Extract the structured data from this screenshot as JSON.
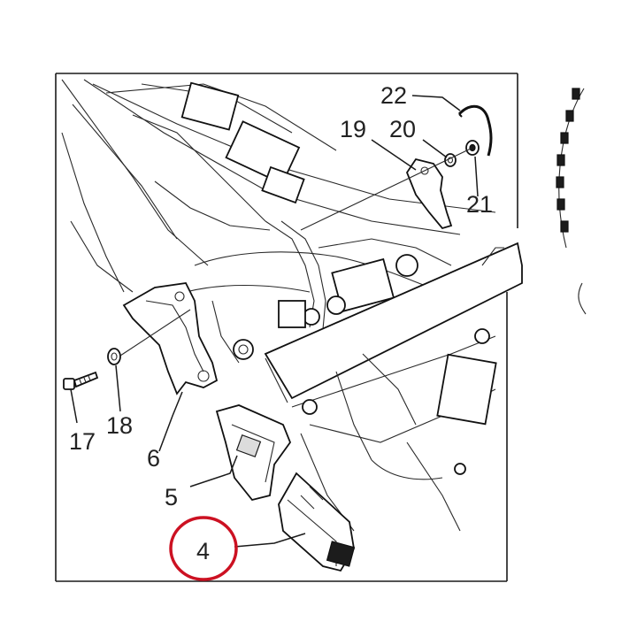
{
  "callouts": {
    "c4": "4",
    "c5": "5",
    "c6": "6",
    "c17": "17",
    "c18": "18",
    "c19": "19",
    "c20": "20",
    "c21": "21",
    "c22": "22"
  },
  "highlight": {
    "callout": "4",
    "color": "#cc1122"
  },
  "colors": {
    "line": "#1a1a1a",
    "frame": "#333333",
    "background": "#ffffff"
  }
}
